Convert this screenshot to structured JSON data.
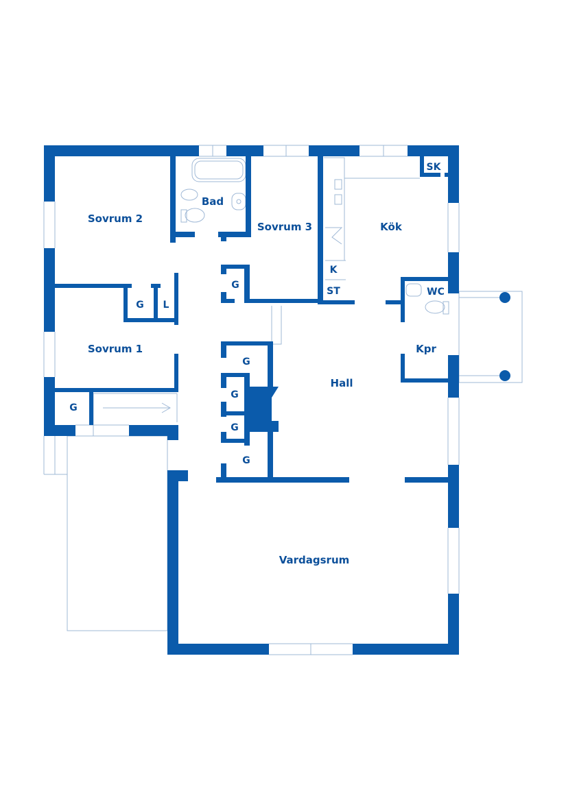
{
  "colors": {
    "wall": "#0b5bab",
    "label": "#0b4f9a",
    "fine_line": "#9fb8d6",
    "background": "#ffffff"
  },
  "rooms": {
    "sovrum2": "Sovrum 2",
    "bad": "Bad",
    "sovrum3": "Sovrum 3",
    "kok": "Kök",
    "sk": "SK",
    "k": "K",
    "st": "ST",
    "wc": "WC",
    "sovrum1": "Sovrum 1",
    "kpr": "Kpr",
    "hall": "Hall",
    "vardagsrum": "Vardagsrum",
    "g": "G",
    "l": "L"
  }
}
